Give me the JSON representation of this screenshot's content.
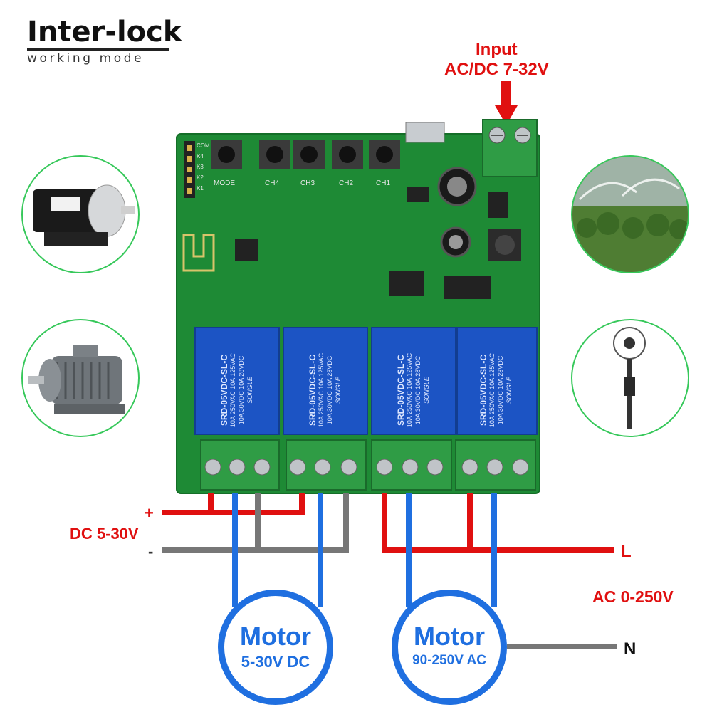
{
  "header": {
    "title": "Inter-lock",
    "subtitle": "working mode"
  },
  "input": {
    "line1": "Input",
    "line2": "AC/DC 7-32V"
  },
  "dc_supply": {
    "plus": "+",
    "range": "DC 5-30V",
    "minus": "-"
  },
  "ac_supply": {
    "live": "L",
    "range": "AC 0-250V",
    "neutral": "N"
  },
  "motors": [
    {
      "title": "Motor",
      "spec": "5-30V DC"
    },
    {
      "title": "Motor",
      "spec": "90-250V AC"
    }
  ],
  "board": {
    "buttons": [
      "MODE",
      "CH4",
      "CH3",
      "CH2",
      "CH1"
    ],
    "pins": [
      "COM",
      "K4",
      "K3",
      "K2",
      "K1"
    ],
    "relay_brand": "SONGLE",
    "relay_model": "SRD-05VDC-SL-C",
    "relay_rating1": "10A 250VAC 10A 125VAC",
    "relay_rating2": "10A 30VDC 10A 28VDC"
  },
  "colors": {
    "accent_red": "#e01010",
    "motor_blue": "#1f6fe0",
    "thumb_border": "#36c85a",
    "pcb_green": "#1e8a35",
    "relay_blue": "#1c54c4",
    "terminal_green": "#2f9c45"
  },
  "icons": [
    "dc-motor-icon",
    "ac-motor-icon",
    "sprinkler-icon",
    "fan-icon",
    "wifi-antenna-icon",
    "arrow-down-icon"
  ]
}
